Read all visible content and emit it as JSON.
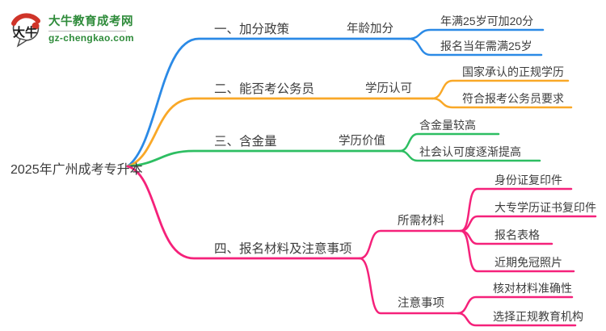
{
  "logo": {
    "site_name": "大牛教育成考网",
    "site_url": "gz-chengkao.com",
    "icon_text": "大牛",
    "brand_color": "#2e8b3a",
    "seal_color": "#cf3429"
  },
  "mindmap": {
    "root": {
      "label": "2025年广州成考专升本"
    },
    "branches": [
      {
        "label": "一、加分政策",
        "color": "#2b8ae6",
        "children": [
          {
            "label": "年龄加分",
            "children": [
              {
                "label": "年满25岁可加20分"
              },
              {
                "label": "报名当年需满25岁"
              }
            ]
          }
        ]
      },
      {
        "label": "二、能否考公务员",
        "color": "#f9a827",
        "children": [
          {
            "label": "学历认可",
            "children": [
              {
                "label": "国家承认的正规学历"
              },
              {
                "label": "符合报考公务员要求"
              }
            ]
          }
        ]
      },
      {
        "label": "三、含金量",
        "color": "#2dbe62",
        "children": [
          {
            "label": "学历价值",
            "children": [
              {
                "label": "含金量较高"
              },
              {
                "label": "社会认可度逐渐提高"
              }
            ]
          }
        ]
      },
      {
        "label": "四、报名材料及注意事项",
        "color": "#f5217a",
        "children": [
          {
            "label": "所需材料",
            "children": [
              {
                "label": "身份证复印件"
              },
              {
                "label": "大专学历证书复印件"
              },
              {
                "label": "报名表格"
              },
              {
                "label": "近期免冠照片"
              }
            ]
          },
          {
            "label": "注意事项",
            "children": [
              {
                "label": "核对材料准确性"
              },
              {
                "label": "选择正规教育机构"
              }
            ]
          }
        ]
      }
    ]
  }
}
